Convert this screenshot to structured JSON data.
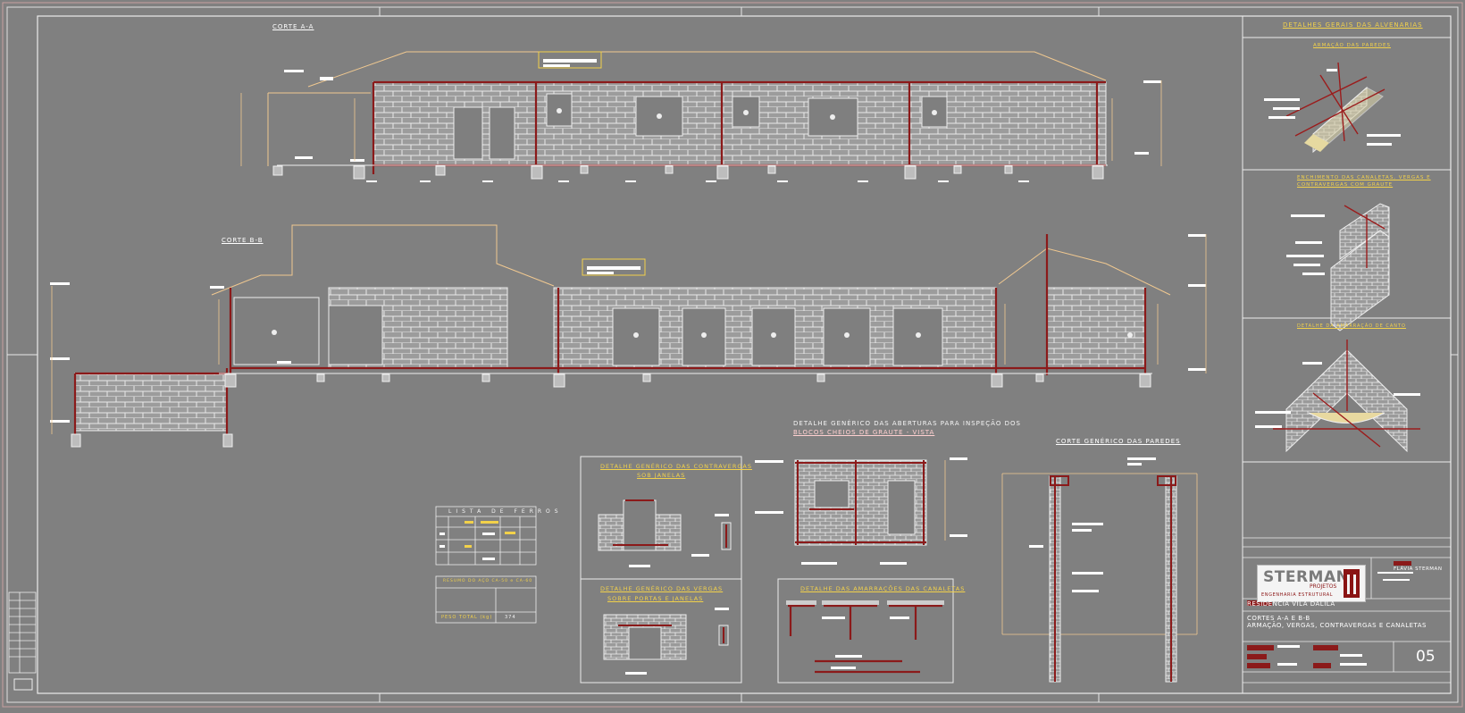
{
  "sections": {
    "corte_aa": "CORTE A-A",
    "corte_bb": "CORTE B-B"
  },
  "details": {
    "header": "DETALHES GERAIS DAS ALVENARIAS",
    "armacao": "ARMAÇÃO DAS PAREDES",
    "enchimento_1": "ENCHIMENTO DAS CANALETAS, VERGAS E",
    "enchimento_2": "CONTRAVERGAS COM GRAUTE",
    "amarracao_topo": "DETALHE DA AMARRAÇÃO DE CANTO",
    "aberturas_1": "DETALHE GENÉRICO DAS ABERTURAS PARA INSPEÇÃO DOS",
    "aberturas_2": "BLOCOS CHEIOS DE GRAUTE - VISTA",
    "corte_paredes": "CORTE GENÉRICO DAS PAREDES",
    "contravergas_1": "DETALHE GENÉRICO DAS CONTRAVERGAS",
    "contravergas_2": "SOB JANELAS",
    "vergas_1": "DETALHE GENÉRICO DAS VERGAS",
    "vergas_2": "SOBRE PORTAS E JANELAS",
    "canaletas": "DETALHE DAS AMARRAÇÕES DAS CANALETAS"
  },
  "tables": {
    "lista_title": "LISTA DE FERROS",
    "resumo_title": "RESUMO DO AÇO CA-50 e CA-60",
    "peso_total_label": "PESO TOTAL (kg)",
    "peso_total_value": "374"
  },
  "titleblock": {
    "logo_name": "STERMAN",
    "logo_sub": "PROJETOS",
    "logo_eng": "ENGENHARIA   ESTRUTURAL",
    "author": "FLÁVIA STERMAN",
    "project": "RESIDÊNCIA VILA DALILA",
    "content_1": "CORTES A-A E B-B",
    "content_2": "ARMAÇÃO, VERGAS, CONTRAVERGAS E CANALETAS",
    "sheet": "05"
  },
  "colors": {
    "background": "#808080",
    "frame": "#e8e8e8",
    "structure": "#8b1a1a",
    "highlight": "#f2d14a",
    "dimension": "#f0c890"
  }
}
